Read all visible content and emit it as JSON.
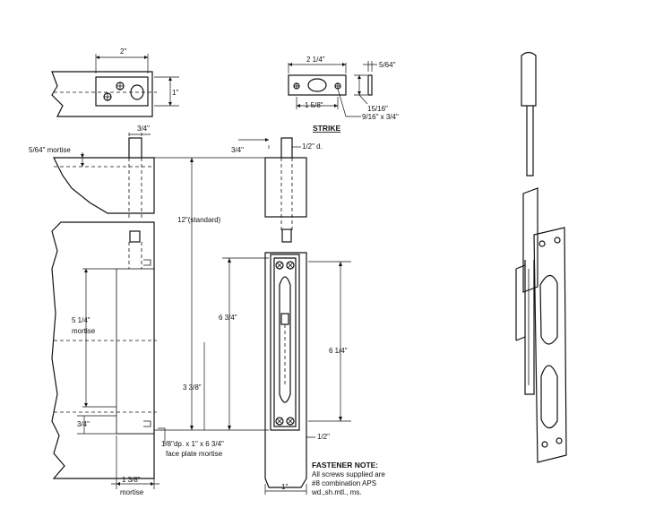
{
  "dimensions": {
    "top_width": "2\"",
    "top_height": "1\"",
    "strike_width": "2 1/4\"",
    "strike_thickness": "5/64\"",
    "strike_height": "15/16\"",
    "strike_hole_spacing": "1 5/8\"",
    "strike_screw": "9/16\" x 3/4\"",
    "strike_label": "STRIKE",
    "mortise_depth": "5/64\" mortise",
    "bolt_offset": "3/4\"",
    "bolt_throw_left": "3/4\"",
    "bolt_diameter": "1/2\" d.",
    "rod_length": "12\"(standard)",
    "mortise_length": "5 1/4\"",
    "mortise_word": "mortise",
    "plate_length": "6 3/4\"",
    "slot_length": "6 1/4\"",
    "lower_offset": "3 3/8\"",
    "bottom_offset": "3/4\"",
    "face_plate_mortise_1": "1/8\"dp. x 1\" x 6 3/4\"",
    "face_plate_mortise_2": "face plate mortise",
    "bottom_mortise_width": "1 3/8\"",
    "bottom_mortise_word": "mortise",
    "plate_width": "1\"",
    "edge_offset": "1/2\""
  },
  "fastener_note": {
    "title": "FASTENER NOTE:",
    "line1": "All screws supplied are",
    "line2": "#8 combination APS",
    "line3": "wd.,sh.mtl., ms."
  }
}
